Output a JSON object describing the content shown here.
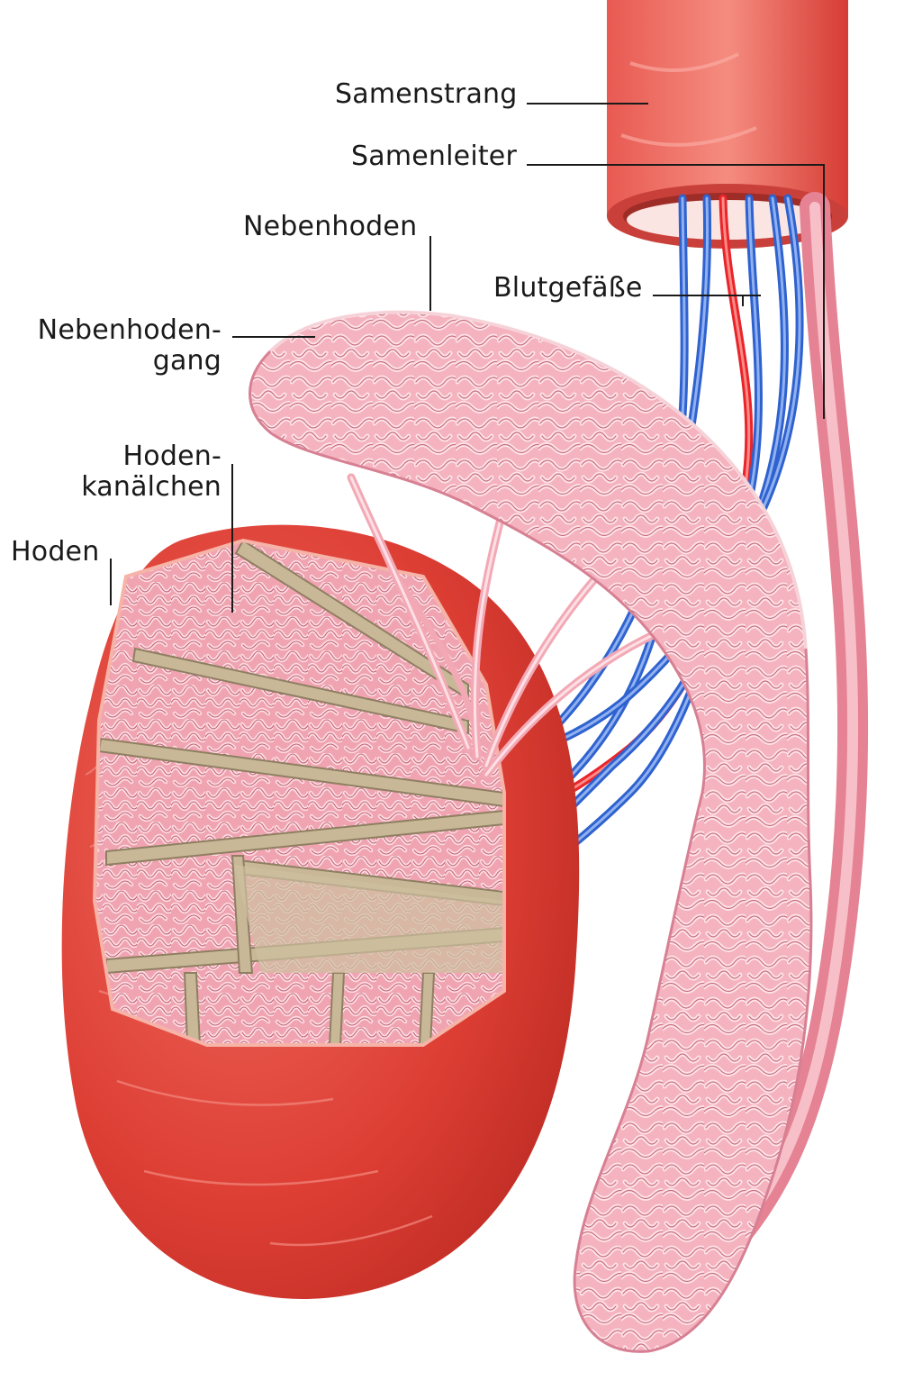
{
  "labels": {
    "samenstrang": "Samenstrang",
    "samenleiter": "Samenleiter",
    "nebenhoden": "Nebenhoden",
    "blutgefaesse": "Blutgefäße",
    "nebenhodengang_line1": "Nebenhoden-",
    "nebenhodengang_line2": "gang",
    "hodenkanaelchen_line1": "Hoden-",
    "hodenkanaelchen_line2": "kanälchen",
    "hoden": "Hoden"
  },
  "colors": {
    "testis_red": "#e0463c",
    "tubule_pink": "#f2a7b3",
    "tubule_light": "#fbd6dc",
    "vein_blue": "#3a6fd8",
    "artery_red": "#e8252a",
    "septum_tan": "#b8a98a",
    "leader_line": "#1a1a1a"
  }
}
